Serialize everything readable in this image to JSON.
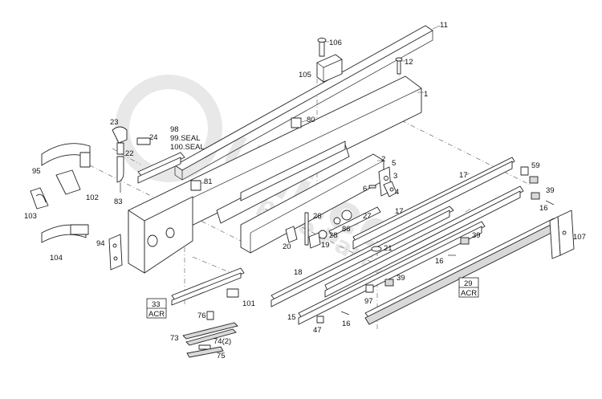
{
  "watermark": {
    "text": "Unitec",
    "subtext": "Spare Parts"
  },
  "callouts": {
    "c11": "11",
    "c106": "106",
    "c105": "105",
    "c12": "12",
    "c1": "1",
    "c80": "80",
    "c23": "23",
    "c24": "24",
    "c22": "22",
    "c98": "98",
    "c99": "99.SEAL",
    "c100": "100.SEAL",
    "c95": "95",
    "c83": "83",
    "c102": "102",
    "c103": "103",
    "c104": "104",
    "c94": "94",
    "c81": "81",
    "c2": "2",
    "c5": "5",
    "c6": "6",
    "c4": "4",
    "c3": "3",
    "c26": "26",
    "c27": "27",
    "c28": "28",
    "c86": "86",
    "c19": "19",
    "c20": "20",
    "c17a": "17",
    "c17b": "17",
    "c59": "59",
    "c39a": "39",
    "c16a": "16",
    "c107": "107",
    "c39b": "39",
    "c21": "21",
    "c18": "18",
    "c16b": "16",
    "c39c": "39",
    "c97": "97",
    "c15": "15",
    "c47": "47",
    "c16c": "16",
    "c101": "101",
    "c76": "76",
    "c73": "73",
    "c74": "74(2)",
    "c75": "75"
  },
  "ref_boxes": [
    {
      "top": "33",
      "bottom": "ACR"
    },
    {
      "top": "29",
      "bottom": "ACR"
    }
  ]
}
